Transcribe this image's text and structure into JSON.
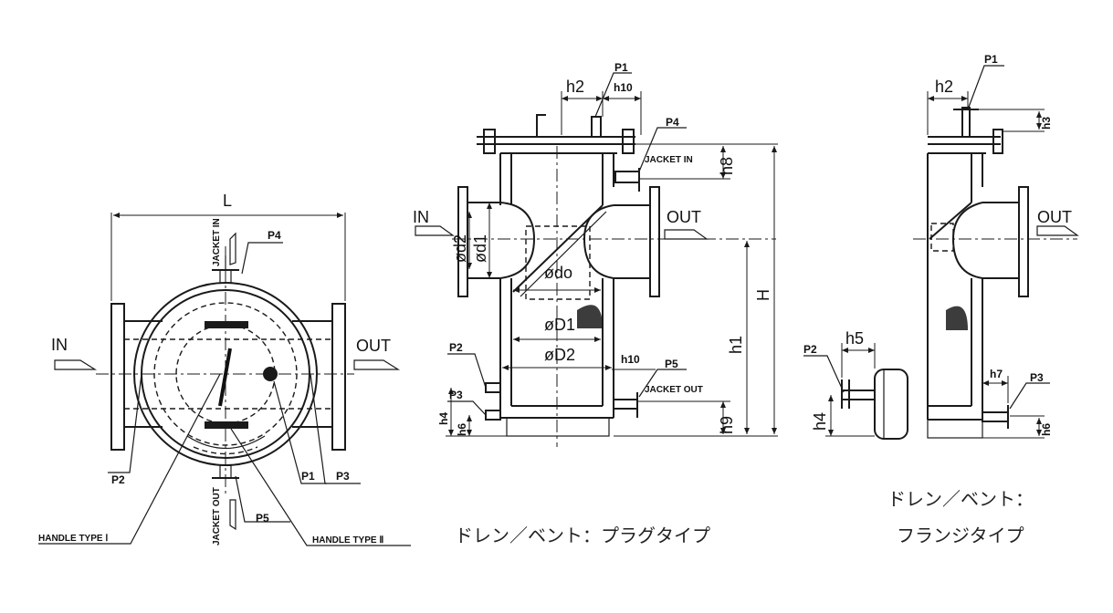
{
  "front_view": {
    "dim_L": "L",
    "in": "IN",
    "out": "OUT",
    "p1": "P1",
    "p2": "P2",
    "p3": "P3",
    "p4": "P4",
    "p5": "P5",
    "jacket_in": "JACKET IN",
    "jacket_out": "JACKET OUT",
    "handle_1": "HANDLE TYPE Ⅰ",
    "handle_2": "HANDLE TYPE Ⅱ"
  },
  "plug_view": {
    "in": "IN",
    "out": "OUT",
    "p1": "P1",
    "p2": "P2",
    "p3": "P3",
    "p4": "P4",
    "p5": "P5",
    "h2": "h2",
    "h10_top": "h10",
    "h8": "h8",
    "H": "H",
    "h1": "h1",
    "d2": "ød2",
    "d1": "ød1",
    "do": "ødo",
    "D1": "øD1",
    "D2": "øD2",
    "h10_bottom": "h10",
    "h9": "h9",
    "h4": "h4",
    "h6": "h6",
    "jacket_in": "JACKET IN",
    "jacket_out": "JACKET OUT",
    "caption": "ドレン／ベント：プラグタイプ"
  },
  "flange_view": {
    "out": "OUT",
    "p1": "P1",
    "p2": "P2",
    "p3": "P3",
    "h2": "h2",
    "h3": "h3",
    "h5": "h5",
    "h4": "h4",
    "h7": "h7",
    "h6": "h6",
    "caption_line1": "ドレン／ベント：",
    "caption_line2": "フランジタイプ"
  }
}
